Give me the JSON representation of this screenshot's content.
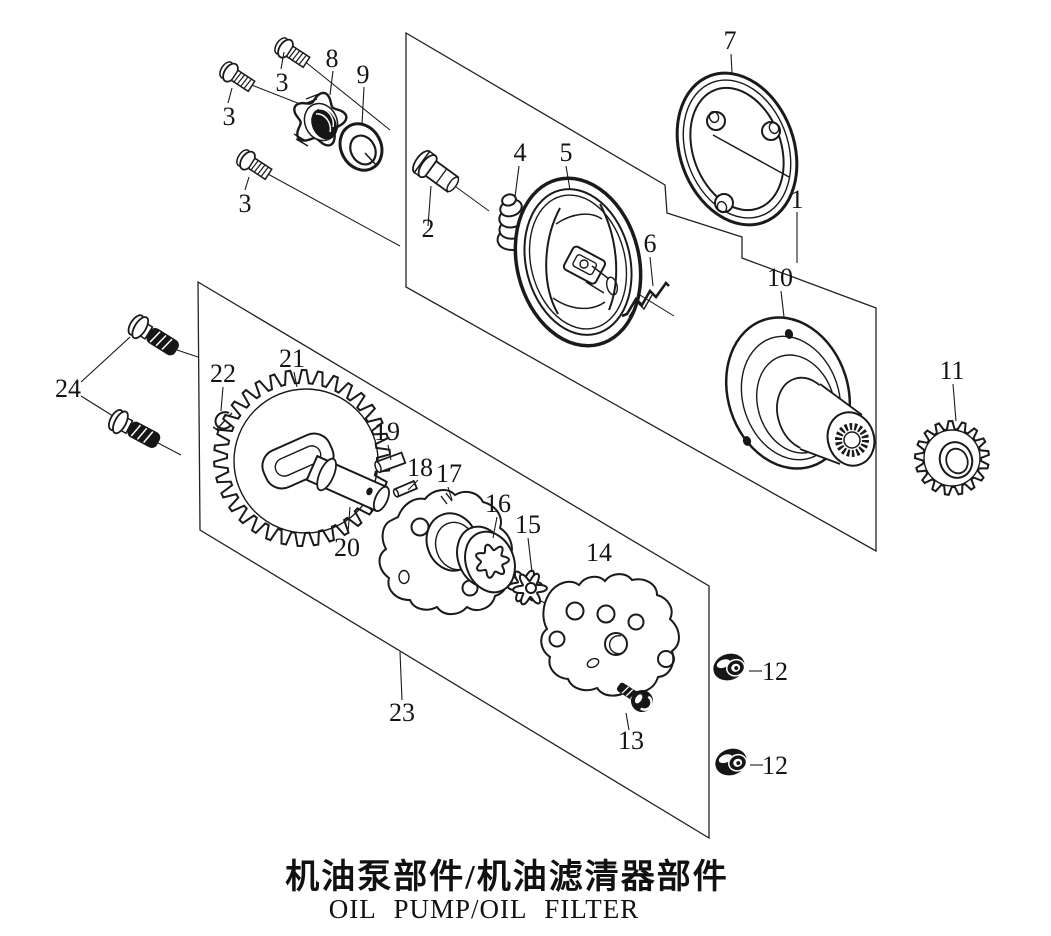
{
  "diagram": {
    "title_cn": "机油泵部件/机油滤清器部件",
    "title_en": "OIL PUMP/OIL FILTER",
    "colors": {
      "line": "#1a1a1a",
      "background": "#ffffff"
    },
    "labels": {
      "n1": "1",
      "n2": "2",
      "n3": "3",
      "n4": "4",
      "n5": "5",
      "n6": "6",
      "n7": "7",
      "n8": "8",
      "n9": "9",
      "n10": "10",
      "n11": "11",
      "n12": "12",
      "n13": "13",
      "n14": "14",
      "n15": "15",
      "n16": "16",
      "n17": "17",
      "n18": "18",
      "n19": "19",
      "n20": "20",
      "n21": "21",
      "n22": "22",
      "n23": "23",
      "n24": "24"
    }
  }
}
